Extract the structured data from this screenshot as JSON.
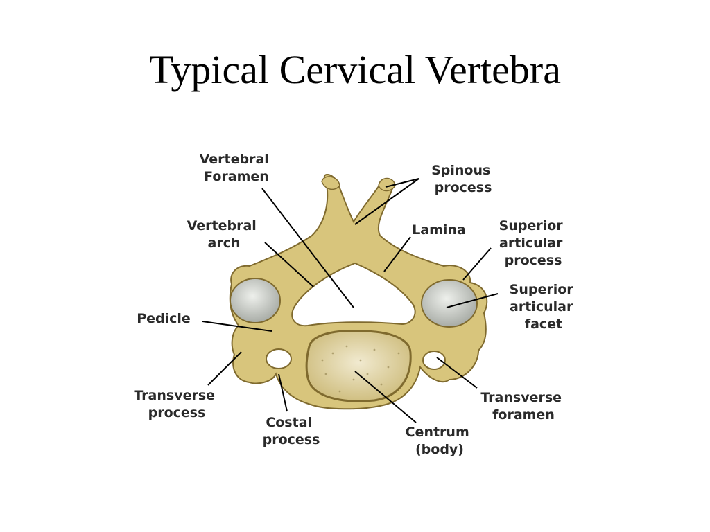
{
  "slide": {
    "title": "Typical Cervical Vertebra"
  },
  "diagram": {
    "colors": {
      "bone": "#d8c57c",
      "bone_outline": "#7f6a2e",
      "facet": "#cfd3cf",
      "body_surface": "#e8dfb6",
      "leader_line": "#000000",
      "label_text": "#2a2a2a"
    },
    "labels": {
      "vertebral_foramen": [
        "Vertebral",
        "Foramen"
      ],
      "spinous_process": [
        "Spinous",
        "process"
      ],
      "vertebral_arch": [
        "Vertebral",
        "arch"
      ],
      "lamina": [
        "Lamina"
      ],
      "superior_articular_process": [
        "Superior",
        "articular",
        "process"
      ],
      "superior_articular_facet": [
        "Superior",
        "articular",
        "facet"
      ],
      "pedicle": [
        "Pedicle"
      ],
      "transverse_process": [
        "Transverse",
        "process"
      ],
      "costal_process": [
        "Costal",
        "process"
      ],
      "centrum_body": [
        "Centrum",
        "(body)"
      ],
      "transverse_foramen": [
        "Transverse",
        "foramen"
      ]
    }
  }
}
